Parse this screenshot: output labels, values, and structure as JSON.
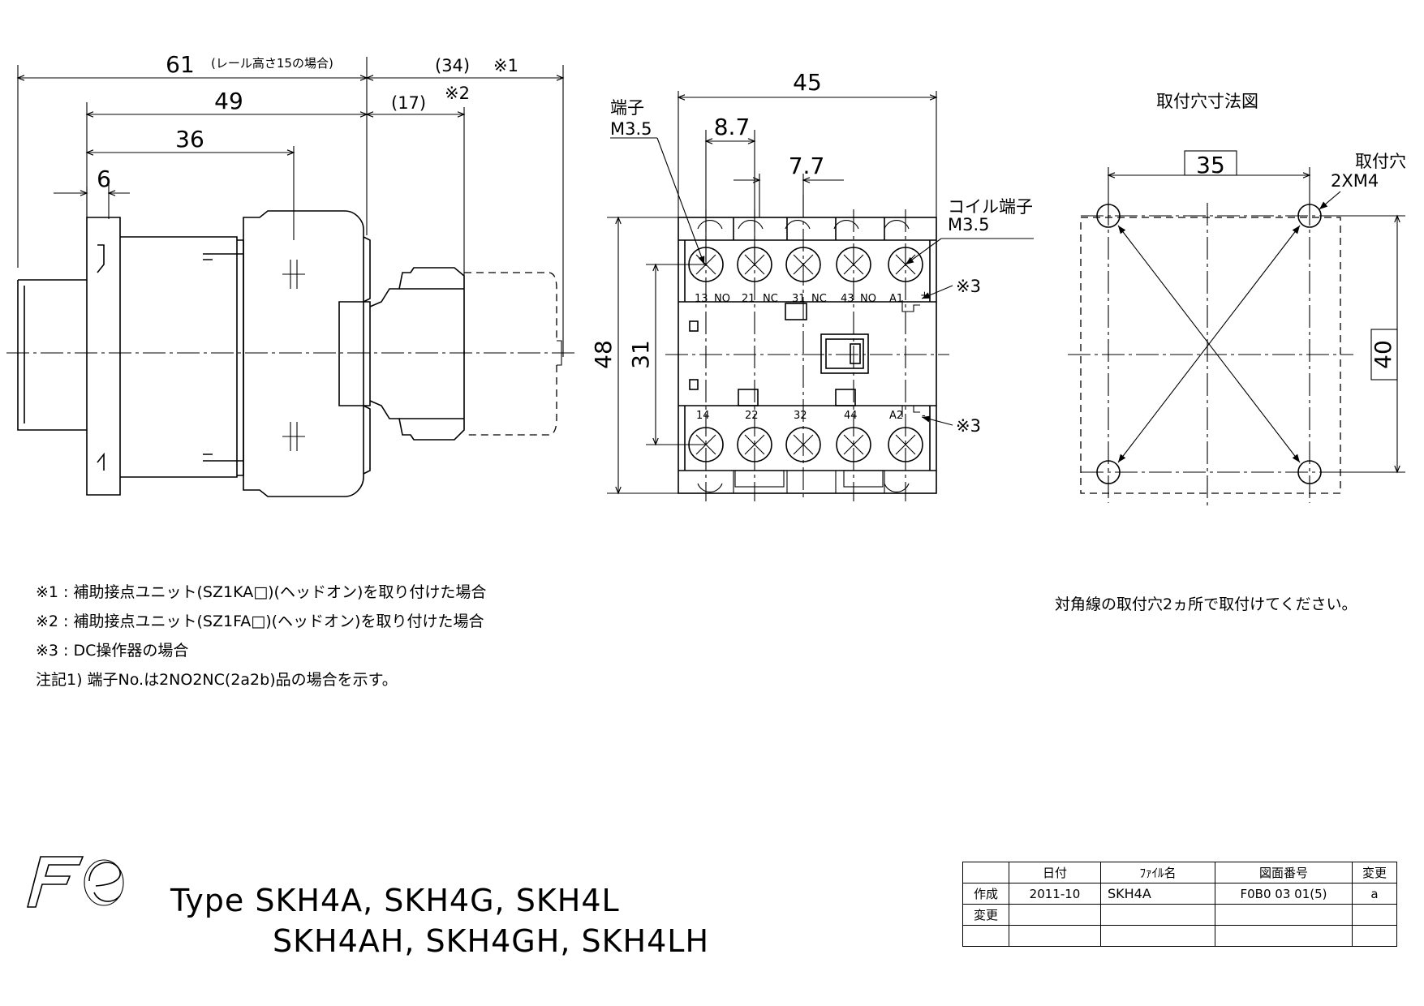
{
  "side_view": {
    "dim_total": "61",
    "dim_total_note": "(レール高さ15の場合)",
    "dim_addon1": "(34)",
    "ref_note1": "※1",
    "dim_body": "49",
    "dim_addon2": "(17)",
    "ref_note2": "※2",
    "dim_mount": "36",
    "dim_rail": "6"
  },
  "front_view": {
    "dim_width": "45",
    "dim_pitch1": "8.7",
    "dim_pitch2": "7.7",
    "dim_height": "48",
    "dim_terminal_span": "31",
    "terminal_label": "端子",
    "terminal_size": "M3.5",
    "coil_terminal_label": "コイル端子",
    "coil_terminal_size": "M3.5",
    "ref_note3_top": "※3",
    "ref_note3_bottom": "※3",
    "top_labels": [
      "13",
      "NO",
      "21",
      "NC",
      "31",
      "NC",
      "43",
      "NO",
      "A1",
      "+"
    ],
    "bottom_labels": [
      "14",
      "22",
      "32",
      "44",
      "A2",
      "-"
    ]
  },
  "mounting_view": {
    "title": "取付穴寸法図",
    "dim_x": "35",
    "dim_y": "40",
    "hole_label": "取付穴",
    "hole_spec": "2XM4",
    "note": "対角線の取付穴2ヵ所で取付けてください。"
  },
  "notes": [
    "※1 : 補助接点ユニット(SZ1KA□)(ヘッドオン)を取り付けた場合",
    "※2 : 補助接点ユニット(SZ1FA□)(ヘッドオン)を取り付けた場合",
    "※3 : DC操作器の場合",
    "注記1) 端子No.は2NO2NC(2a2b)品の場合を示す。"
  ],
  "type_line1": "Type SKH4A, SKH4G, SKH4L",
  "type_line2": "SKH4AH, SKH4GH, SKH4LH",
  "title_block": {
    "headers": [
      "日付",
      "ﾌｧｲﾙ名",
      "図面番号",
      "変更"
    ],
    "row_created": {
      "label": "作成",
      "date": "2011-10",
      "file": "SKH4A",
      "drawing_no": "F0B0 03 01(5)",
      "change": "a"
    },
    "row_changed": {
      "label": "変更"
    }
  }
}
